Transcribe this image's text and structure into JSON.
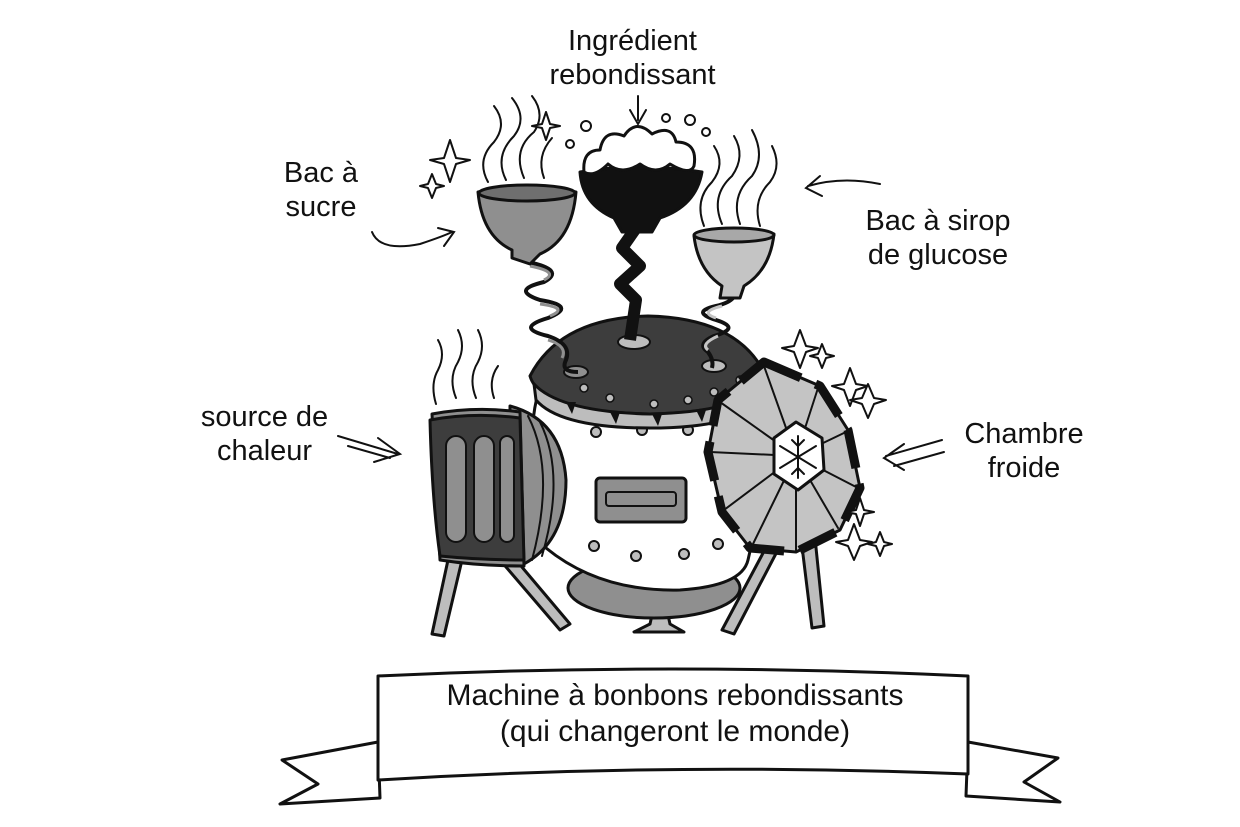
{
  "labels": {
    "ingredient": {
      "line1": "Ingrédient",
      "line2": "rebondissant"
    },
    "sugar_tank": {
      "line1": "Bac à",
      "line2": "sucre"
    },
    "glucose_tank": {
      "line1": "Bac à sirop",
      "line2": "de glucose"
    },
    "heat_source": {
      "line1": "source de",
      "line2": "chaleur"
    },
    "cold_chamber": {
      "line1": "Chambre",
      "line2": "froide"
    }
  },
  "banner": {
    "line1": "Machine à bonbons rebondissants",
    "line2": "(qui changeront le monde)"
  },
  "colors": {
    "ink": "#111111",
    "dark_gray": "#4a4a4a",
    "mid_gray": "#8a8a8a",
    "light_gray": "#c4c4c4",
    "paper": "#ffffff"
  }
}
